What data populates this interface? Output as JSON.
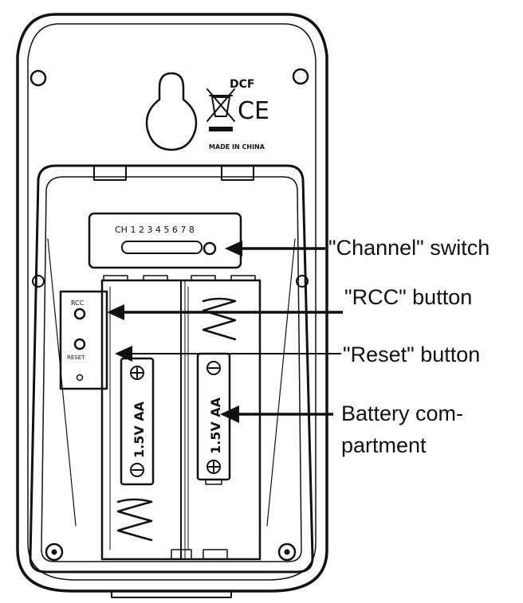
{
  "device_markings": {
    "certification": "DCF",
    "ce_mark": "CE",
    "origin": "MADE IN CHINA",
    "channel_numbers": "CH 1 2 3 4 5 6 7 8",
    "rcc_label": "RCC",
    "reset_label": "RESET",
    "battery_left": "1.5V AA",
    "battery_right": "1.5V AA"
  },
  "callouts": {
    "channel_switch": "\"Channel\" switch",
    "rcc_button": "\"RCC\" button",
    "reset_button": "\"Reset\" button",
    "battery_line1": "Battery com-",
    "battery_line2": "partment"
  },
  "colors": {
    "ink": "#111111",
    "housing": "#ffffff",
    "compartment_shade": "#f4f4f4"
  }
}
